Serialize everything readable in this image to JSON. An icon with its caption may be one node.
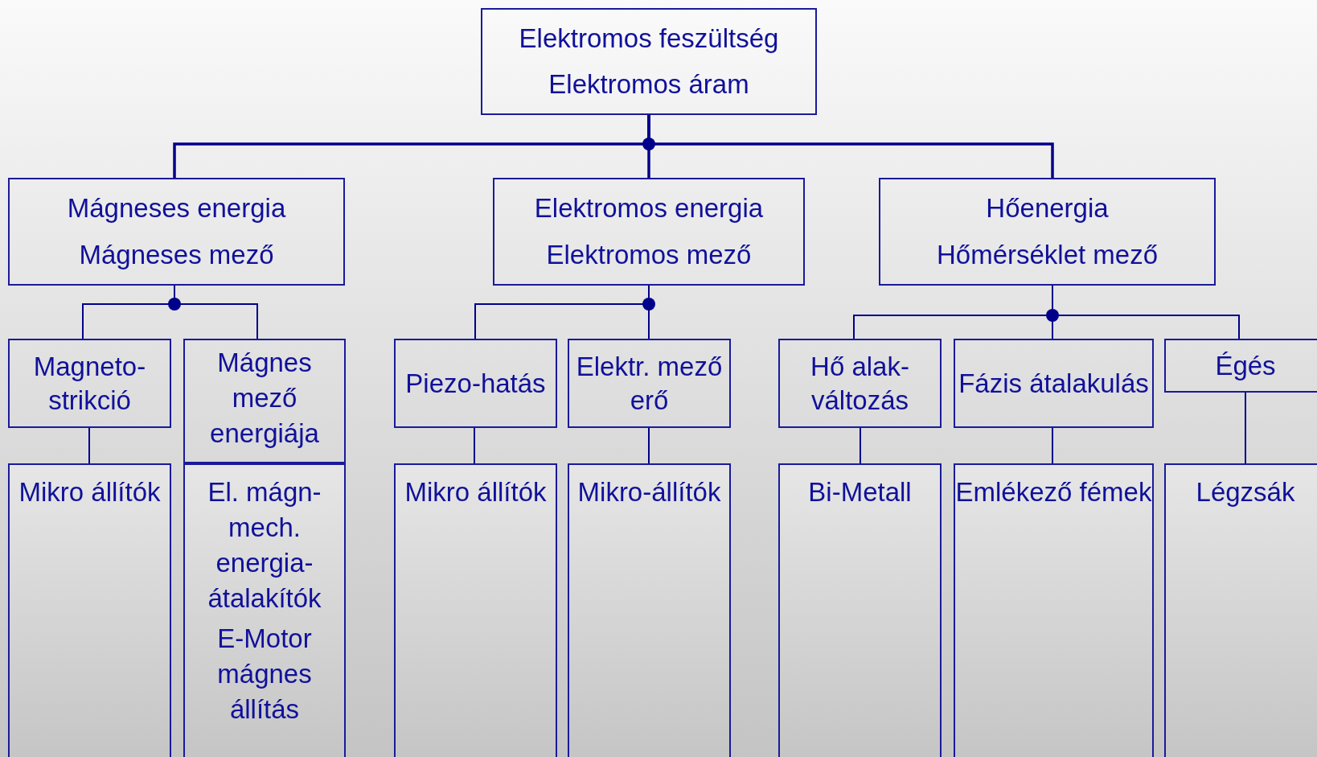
{
  "diagram": {
    "nodes": [
      {
        "text": [
          "Elektromos feszültség",
          "Elektromos áram"
        ]
      },
      {
        "text": [
          "Mágneses energia",
          "Mágneses mező"
        ]
      },
      {
        "text": [
          "Elektromos energia",
          "Elektromos mező"
        ]
      },
      {
        "text": [
          "Hőenergia",
          "Hőmérséklet mező"
        ]
      },
      {
        "text": [
          "Magneto-strikció"
        ]
      },
      {
        "text": [
          "Mágnes mező energiája"
        ]
      },
      {
        "text": [
          "Piezo-hatás"
        ]
      },
      {
        "text": [
          "Elektr. mező erő"
        ]
      },
      {
        "text": [
          "Hő alak-változás"
        ]
      },
      {
        "text": [
          "Fázis átalakulás"
        ]
      },
      {
        "text": [
          "Égés"
        ]
      },
      {
        "text": [
          "Mikro állítók"
        ]
      },
      {
        "text": [
          "El. mágn-mech. energia-átalakítók",
          "E-Motor mágnes állítás"
        ]
      },
      {
        "text": [
          "Mikro állítók"
        ]
      },
      {
        "text": [
          "Mikro-állítók"
        ]
      },
      {
        "text": [
          "Bi-Metall"
        ]
      },
      {
        "text": [
          "Emlékező fémek"
        ]
      },
      {
        "text": [
          "Légzsák"
        ]
      }
    ],
    "edges": [
      {
        "from": 0,
        "to": 1,
        "arrow": "none"
      },
      {
        "from": 0,
        "to": 2,
        "arrow": "none"
      },
      {
        "from": 0,
        "to": 3,
        "arrow": "none"
      },
      {
        "from": 1,
        "to": 4,
        "arrow": "none"
      },
      {
        "from": 1,
        "to": 5,
        "arrow": "none"
      },
      {
        "from": 2,
        "to": 6,
        "arrow": "none"
      },
      {
        "from": 2,
        "to": 7,
        "arrow": "none"
      },
      {
        "from": 3,
        "to": 8,
        "arrow": "none"
      },
      {
        "from": 3,
        "to": 9,
        "arrow": "none"
      },
      {
        "from": 3,
        "to": 10,
        "arrow": "none"
      },
      {
        "from": 4,
        "to": 11,
        "arrow": "none"
      },
      {
        "from": 6,
        "to": 13,
        "arrow": "none"
      },
      {
        "from": 7,
        "to": 14,
        "arrow": "none"
      },
      {
        "from": 8,
        "to": 15,
        "arrow": "none"
      },
      {
        "from": 9,
        "to": 16,
        "arrow": "none"
      },
      {
        "from": 10,
        "to": 17,
        "arrow": "none"
      }
    ]
  }
}
